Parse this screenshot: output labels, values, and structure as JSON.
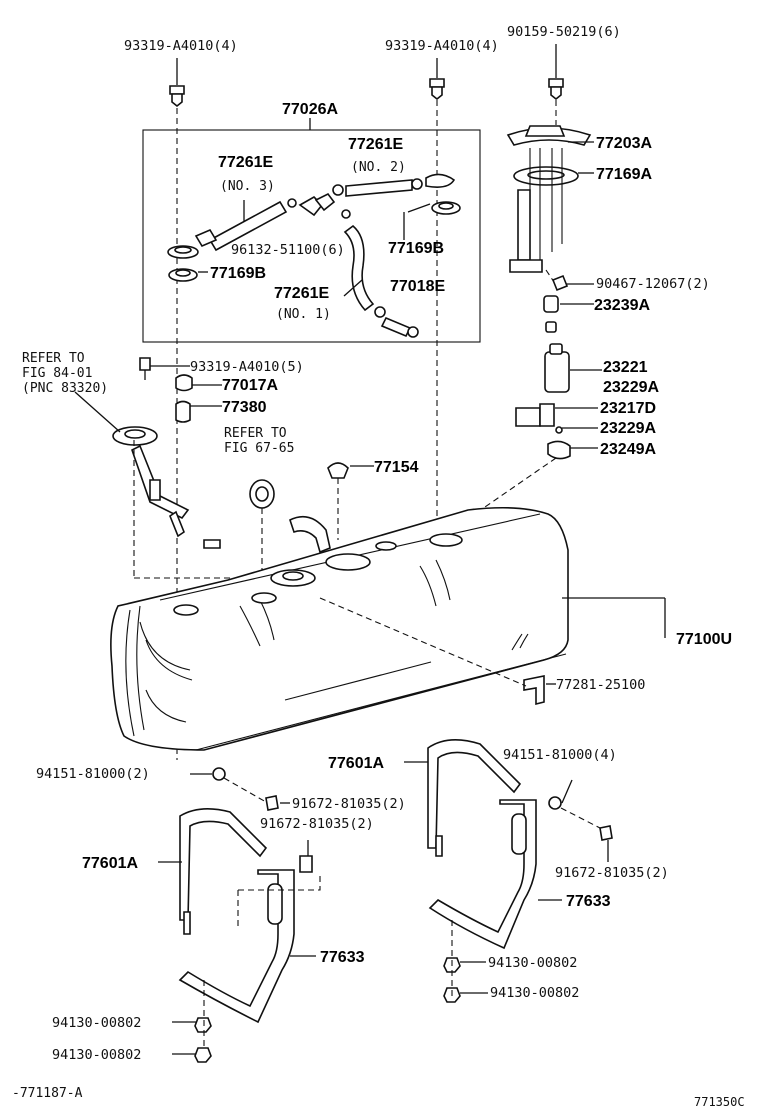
{
  "diagram": {
    "labels": {
      "l_93319_a": "93319-A4010(4)",
      "l_93319_b": "93319-A4010(4)",
      "l_90159": "90159-50219(6)",
      "l_77026a": "77026A",
      "l_77261e_3": "77261E",
      "l_no3": "(NO. 3)",
      "l_77261e_2": "77261E",
      "l_no2": "(NO. 2)",
      "l_77203a": "77203A",
      "l_77169a": "77169A",
      "l_96132": "96132-51100(6)",
      "l_77169b_r": "77169B",
      "l_77169b_l": "77169B",
      "l_77261e_1": "77261E",
      "l_no1": "(NO. 1)",
      "l_77018e": "77018E",
      "l_90467": "90467-12067(2)",
      "l_23239a": "23239A",
      "l_refer1a": "REFER TO",
      "l_refer1b": "FIG 84-01",
      "l_refer1c": "(PNC 83320)",
      "l_93319_5": "93319-A4010(5)",
      "l_77017a": "77017A",
      "l_77380": "77380",
      "l_23221": "23221",
      "l_23229a_1": "23229A",
      "l_23217d": "23217D",
      "l_23229a_2": "23229A",
      "l_23249a": "23249A",
      "l_refer2a": "REFER TO",
      "l_refer2b": "FIG 67-65",
      "l_77154": "77154",
      "l_77100u": "77100U",
      "l_77281": "77281-25100",
      "l_77601a_r": "77601A",
      "l_94151_r": "94151-81000(4)",
      "l_94151_l": "94151-81000(2)",
      "l_91672_1": "91672-81035(2)",
      "l_91672_2": "91672-81035(2)",
      "l_77601a_l": "77601A",
      "l_91672_r": "91672-81035(2)",
      "l_77633_r": "77633",
      "l_94130_r1": "94130-00802",
      "l_94130_r2": "94130-00802",
      "l_77633_l": "77633",
      "l_94130_l1": "94130-00802",
      "l_94130_l2": "94130-00802",
      "l_footer_left": "-771187-A",
      "l_footer_right": "771350C"
    }
  }
}
